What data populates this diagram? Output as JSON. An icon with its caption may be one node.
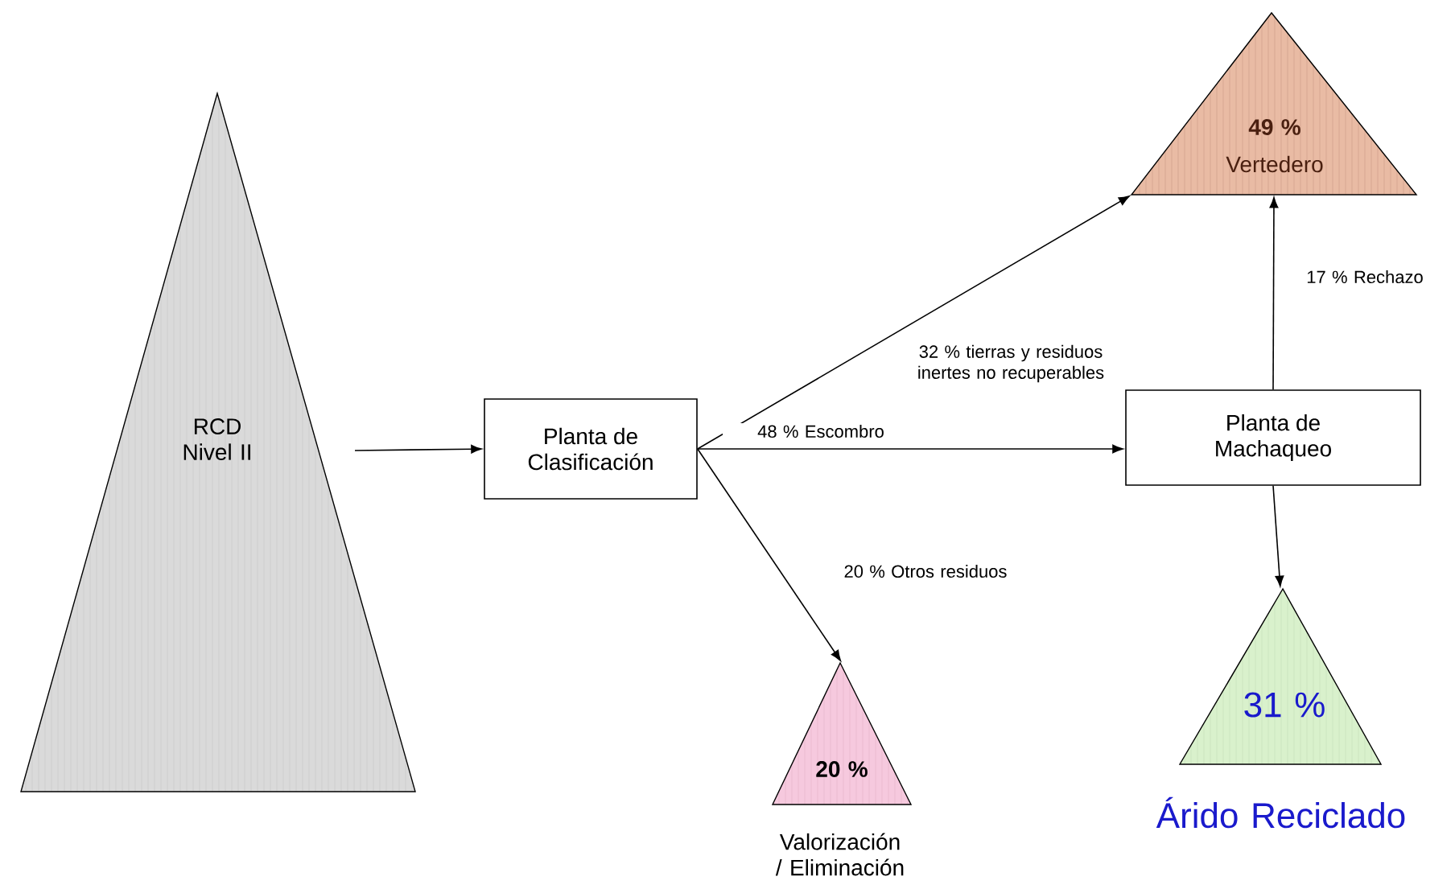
{
  "diagram": {
    "nodes": [
      {
        "text": [
          "RCD Nivel II"
        ]
      },
      {
        "text": [
          "Planta de Clasificación"
        ]
      },
      {
        "text": [
          "49 %",
          "Vertedero"
        ]
      },
      {
        "text": [
          "Planta de Machaqueo"
        ]
      },
      {
        "text": [
          "20 %"
        ],
        "beside": [
          "Valorización / Eliminación"
        ]
      },
      {
        "text": [
          "31 %"
        ],
        "beside": [
          "Árido Reciclado"
        ]
      }
    ],
    "edges": [
      {
        "from": 0,
        "to": 1,
        "arrow": "to"
      },
      {
        "from": 1,
        "to": 2,
        "arrow": "to",
        "label": "32 % tierras y residuos inertes no recuperables"
      },
      {
        "from": 1,
        "to": 3,
        "arrow": "to",
        "label": "48 % Escombro"
      },
      {
        "from": 1,
        "to": 4,
        "arrow": "to",
        "label": "20 % Otros residuos"
      },
      {
        "from": 3,
        "to": 2,
        "arrow": "to",
        "label": "17 % Rechazo"
      },
      {
        "from": 3,
        "to": 5,
        "arrow": "to"
      }
    ]
  }
}
